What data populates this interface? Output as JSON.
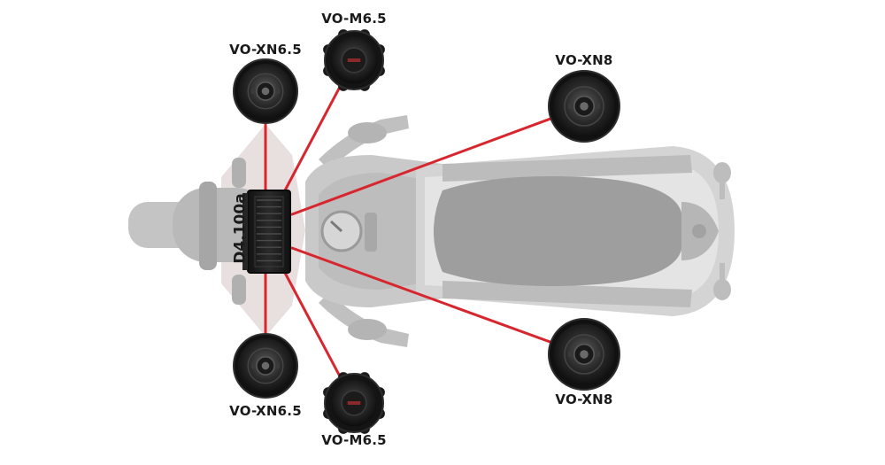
{
  "colors": {
    "wire": "#d7262e",
    "bike_body": "#c8c8c8",
    "bike_dark": "#a9a9a9",
    "bike_light": "#e2e2e2",
    "speaker_dark": "#1c1c1c",
    "amp": "#1e1e1e"
  },
  "amplifier": {
    "label": "D4.100a"
  },
  "speakers": {
    "top_left": {
      "label": "VO-XN6.5",
      "icon": "coaxial-speaker-icon"
    },
    "top_mid": {
      "label": "VO-M6.5",
      "icon": "midrange-speaker-icon"
    },
    "top_right": {
      "label": "VO-XN8",
      "icon": "coaxial-speaker-icon"
    },
    "bottom_left": {
      "label": "VO-XN6.5",
      "icon": "coaxial-speaker-icon"
    },
    "bottom_mid": {
      "label": "VO-M6.5",
      "icon": "midrange-speaker-icon"
    },
    "bottom_right": {
      "label": "VO-XN8",
      "icon": "coaxial-speaker-icon"
    }
  }
}
